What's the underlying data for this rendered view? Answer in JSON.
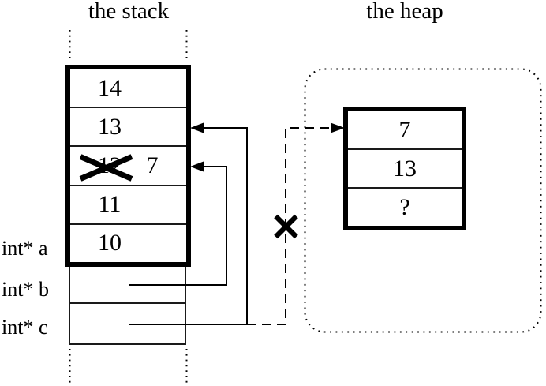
{
  "colors": {
    "ink": "#000000",
    "background": "#ffffff"
  },
  "titles": {
    "stack": "the stack",
    "heap": "the heap"
  },
  "stack": {
    "cells": [
      {
        "value": "14"
      },
      {
        "value": "13"
      },
      {
        "value": "12",
        "crossed_out": true,
        "new_value": "7"
      },
      {
        "value": "11"
      },
      {
        "value": "10"
      }
    ],
    "pointer_labels": [
      {
        "label": "int* a"
      },
      {
        "label": "int* b"
      },
      {
        "label": "int* c"
      }
    ]
  },
  "heap": {
    "cells": [
      {
        "value": "7"
      },
      {
        "value": "13"
      },
      {
        "value": "?"
      }
    ]
  }
}
